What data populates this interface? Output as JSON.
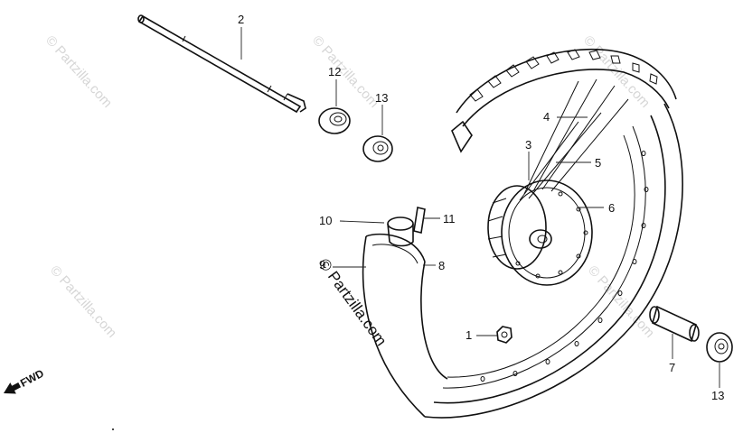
{
  "callouts": {
    "c1": "1",
    "c2": "2",
    "c3": "3",
    "c4": "4",
    "c5": "5",
    "c6": "6",
    "c7": "7",
    "c8": "8",
    "c9": "9",
    "c10": "10",
    "c11": "11",
    "c12": "12",
    "c13a": "13",
    "c13b": "13"
  },
  "watermark": {
    "main": "© Partzilla.com",
    "faint": "© Partzilla.com"
  },
  "direction": {
    "label": "FWD",
    "icon": "arrow-icon"
  },
  "colors": {
    "ink": "#111111",
    "watermark": "#d6d6d6",
    "background": "#ffffff"
  }
}
